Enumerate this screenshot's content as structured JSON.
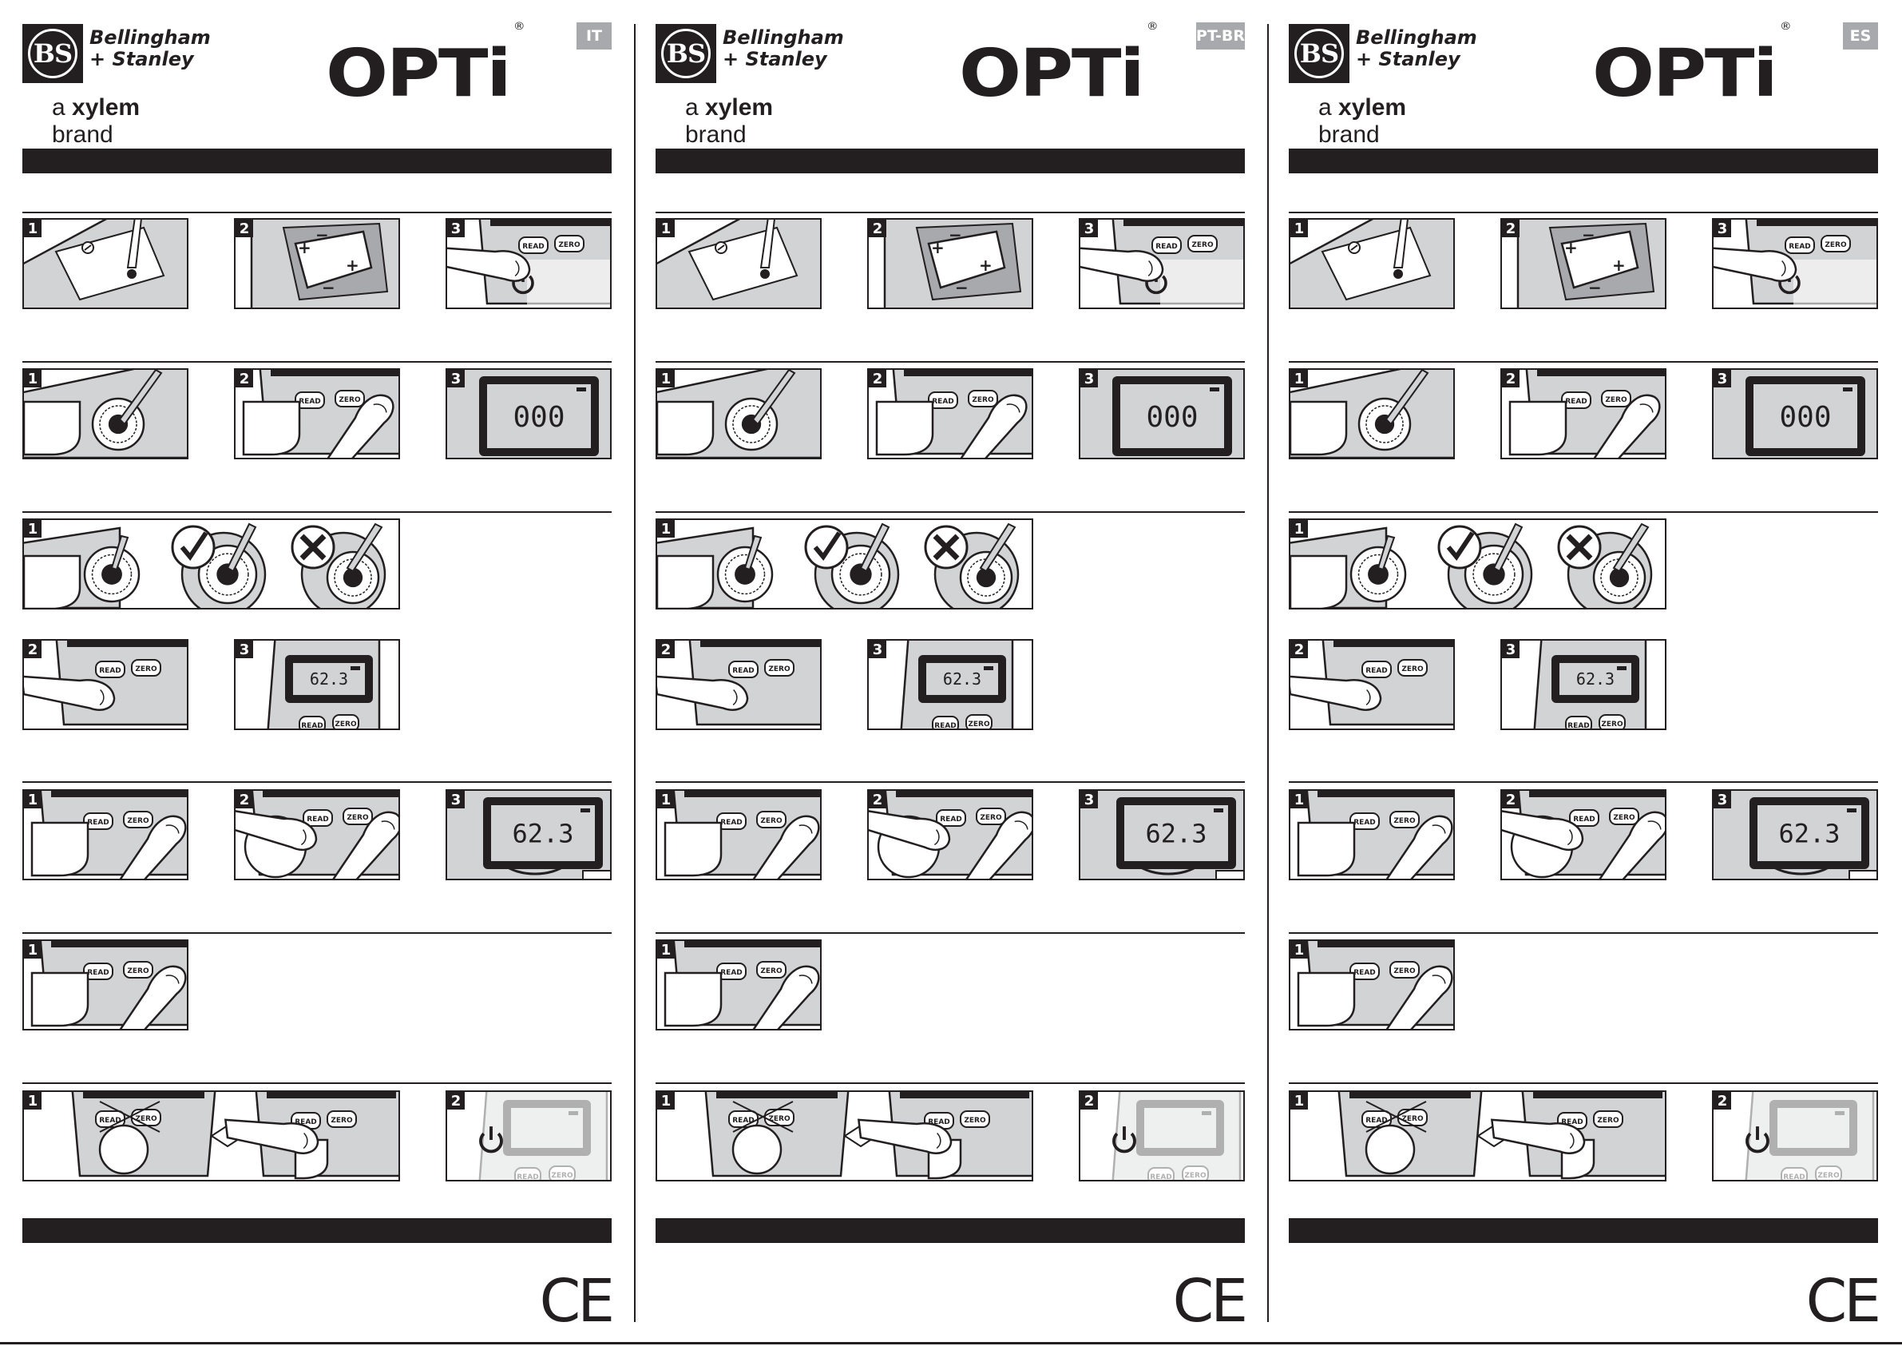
{
  "colors": {
    "ink": "#231f20",
    "device_grey": "#d1d3d4",
    "device_dark": "#a7a9ac",
    "tag_grey": "#a7a9ac"
  },
  "brand": {
    "name_line1": "Bellingham",
    "name_line2": "+ Stanley",
    "logo_letters": "BS",
    "tagline_pre": "a",
    "tagline_bold": "xylem",
    "tagline_post": "brand"
  },
  "product": {
    "name": "OPTi",
    "mark": "®"
  },
  "columns": [
    {
      "lang": "IT"
    },
    {
      "lang": "PT-BR"
    },
    {
      "lang": "ES"
    }
  ],
  "display_readings": {
    "zero": "000",
    "sample": "62.3"
  },
  "button_labels": {
    "read": "READ",
    "zero": "ZERO"
  },
  "icons": {
    "power": "power-icon",
    "check": "check-icon",
    "cross": "cross-icon",
    "diamond": "diamond-separator-icon",
    "ce": "ce-mark"
  },
  "steps": {
    "s1": "1",
    "s2": "2",
    "s3": "3"
  },
  "ce_mark": "CE"
}
